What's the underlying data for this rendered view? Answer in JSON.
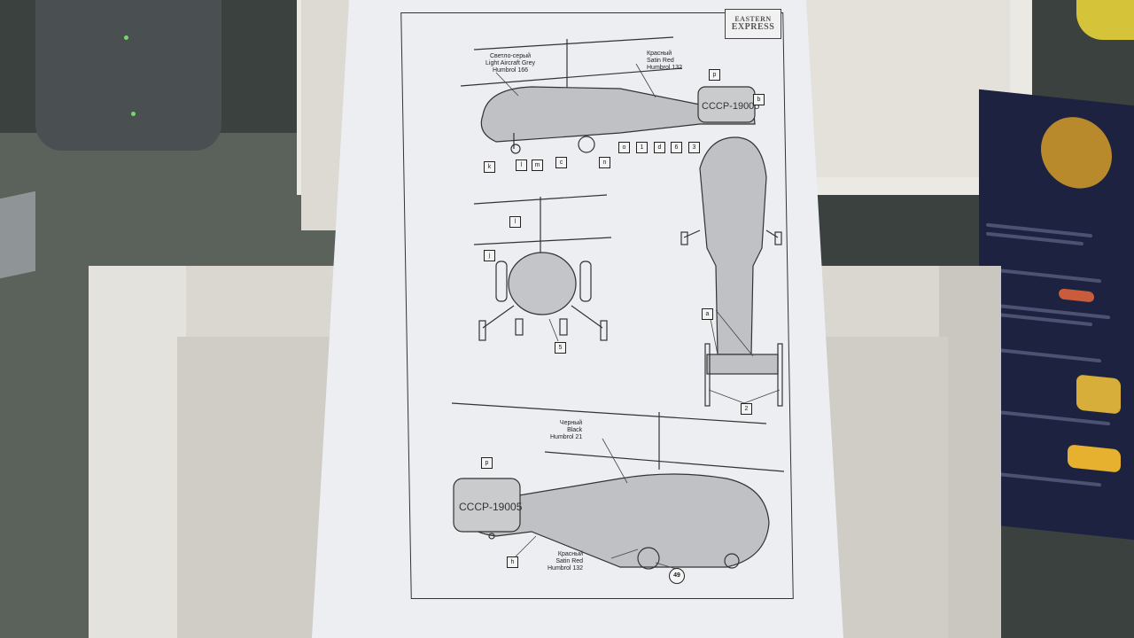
{
  "logo": {
    "top": "EASTERN",
    "bottom": "EXPRESS"
  },
  "paint_callouts": [
    {
      "id": "light-grey",
      "ru": "Светло-серый",
      "en": "Light Aircraft Grey",
      "code": "Humbrol 166"
    },
    {
      "id": "red-top",
      "ru": "Красный",
      "en": "Satin Red",
      "code": "Humbrol 132"
    },
    {
      "id": "black",
      "ru": "Черный",
      "en": "Black",
      "code": "Humbrol 21"
    },
    {
      "id": "red-bottom",
      "ru": "Красный",
      "en": "Satin Red",
      "code": "Humbrol 132"
    }
  ],
  "registration_top": "СССР-19005",
  "registration_bottom": "СССР-19005",
  "part_labels": {
    "top_view": [
      "p",
      "b",
      "k",
      "l",
      "m",
      "c",
      "n",
      "o",
      "1",
      "d",
      "6",
      "3"
    ],
    "front_view": [
      "l",
      "j",
      "5"
    ],
    "plan_view": [
      "a",
      "2"
    ],
    "side_view": [
      "p",
      "h"
    ]
  },
  "page_number": "49",
  "colors": {
    "sheet": "#eceef2",
    "ink": "#222222"
  }
}
